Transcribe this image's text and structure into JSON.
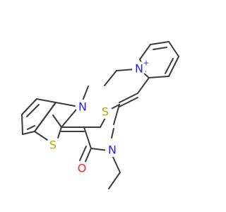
{
  "atoms": {
    "n_pyridinium": "N",
    "n_pyridinium_charge": "+",
    "n_benzothiazole": "N",
    "s_benzothiazole": "S",
    "s_thiazolidine": "S",
    "n_thiazolidine": "N",
    "o_carbonyl": "O"
  },
  "colors": {
    "bond": "#3c3c3c",
    "nitrogen": "#2020ff",
    "sulfur": "#c8a000",
    "oxygen": "#ff2020"
  }
}
